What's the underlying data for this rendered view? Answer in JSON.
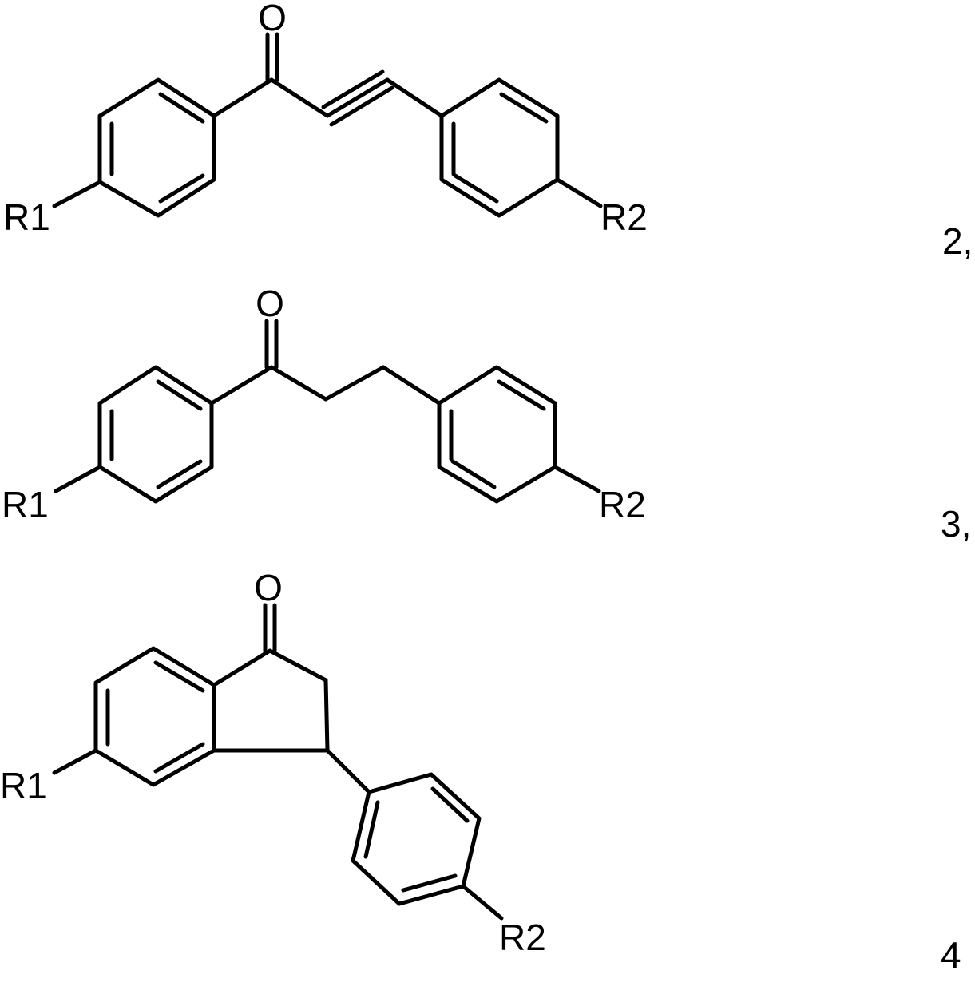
{
  "structures": [
    {
      "number_label": "2,",
      "atoms": {
        "oxygen": "O",
        "left_substituent": "R1",
        "right_substituent": "R2"
      }
    },
    {
      "number_label": "3,",
      "atoms": {
        "oxygen": "O",
        "left_substituent": "R1",
        "right_substituent": "R2"
      }
    },
    {
      "number_label": "4",
      "atoms": {
        "oxygen": "O",
        "left_substituent": "R1",
        "right_substituent": "R2"
      }
    }
  ]
}
